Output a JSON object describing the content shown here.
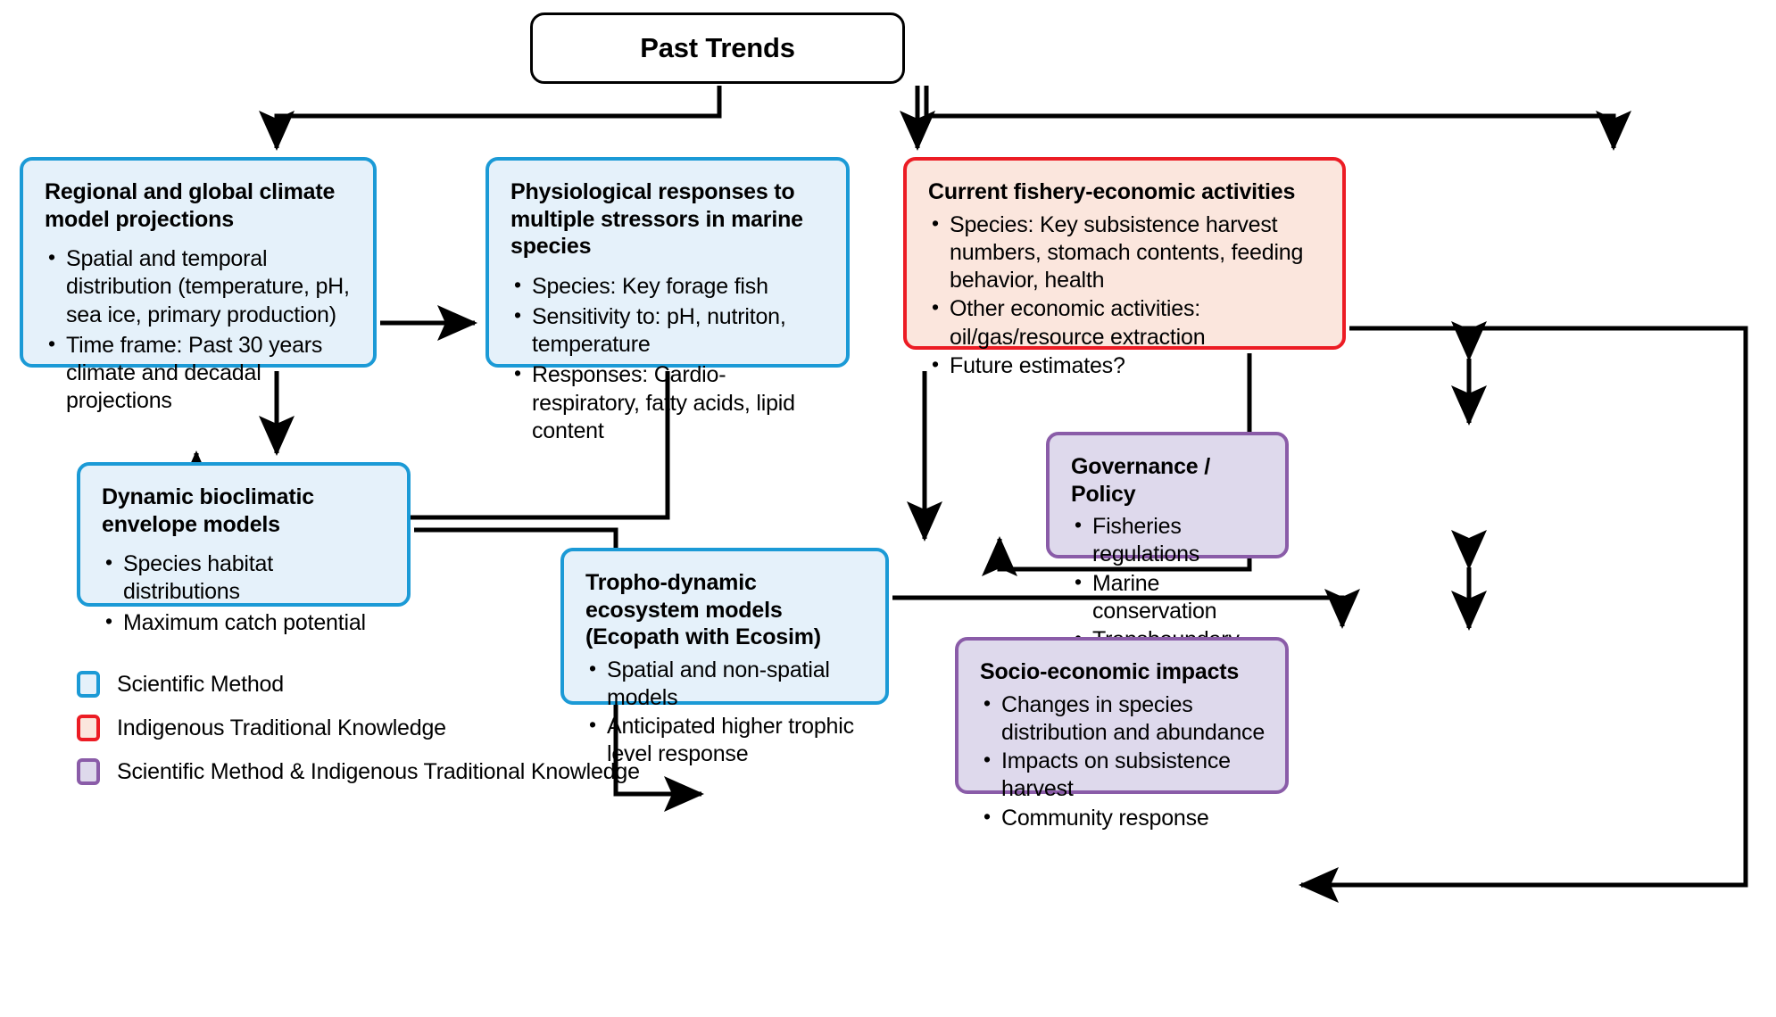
{
  "diagram": {
    "title": "Past Trends",
    "nodes": {
      "past_trends": {
        "title": "Past Trends",
        "category": "none"
      },
      "climate": {
        "title": "Regional and global climate model projections",
        "category": "Scientific Method",
        "bullets": [
          "Spatial and temporal distribution (temperature, pH, sea ice, primary production)",
          "Time frame: Past 30 years climate and decadal projections"
        ]
      },
      "physiological": {
        "title": "Physiological responses to multiple stressors in marine species",
        "category": "Scientific Method",
        "bullets": [
          "Species: Key forage fish",
          "Sensitivity to: pH, nutriton, temperature",
          "Responses: Cardio-respiratory, fatty acids, lipid content"
        ]
      },
      "fishery": {
        "title": "Current fishery-economic activities",
        "category": "Indigenous Traditional Knowledge",
        "bullets": [
          "Species: Key subsistence harvest numbers, stomach contents, feeding behavior, health",
          "Other economic activities: oil/gas/resource extraction",
          "Future estimates?"
        ]
      },
      "bioclimatic": {
        "title": "Dynamic bioclimatic envelope models",
        "category": "Scientific Method",
        "bullets": [
          "Species habitat distributions",
          "Maximum catch potential"
        ]
      },
      "trophic": {
        "title": "Tropho-dynamic ecosystem models (Ecopath with Ecosim)",
        "category": "Scientific Method",
        "bullets": [
          "Spatial and non-spatial models",
          "Anticipated higher trophic level response"
        ]
      },
      "governance": {
        "title": "Governance / Policy",
        "category": "Scientific Method & Indigenous Traditional Knowledge",
        "bullets": [
          "Fisheries regulations",
          "Marine conservation",
          "Transboundary"
        ]
      },
      "socioeconomic": {
        "title": "Socio-economic impacts",
        "category": "Scientific Method & Indigenous Traditional Knowledge",
        "bullets": [
          "Changes in species distribution and abundance",
          "Impacts on subsistence harvest",
          "Community response"
        ]
      }
    },
    "legend": [
      {
        "label": "Scientific Method",
        "swatch": "blue",
        "fill": "#e5f1fa",
        "stroke": "#1b9ad6"
      },
      {
        "label": "Indigenous Traditional Knowledge",
        "swatch": "red",
        "fill": "#fbe6dd",
        "stroke": "#ec1c24"
      },
      {
        "label": "Scientific Method & Indigenous Traditional Knowledge",
        "swatch": "purple",
        "fill": "#ded9ec",
        "stroke": "#8a5ca8"
      }
    ],
    "colors": {
      "scientific_fill": "#e5f1fa",
      "scientific_stroke": "#1b9ad6",
      "itk_fill": "#fbe6dd",
      "itk_stroke": "#ec1c24",
      "both_fill": "#ded9ec",
      "both_stroke": "#8a5ca8",
      "connector": "#000000",
      "background": "#ffffff"
    },
    "edges": [
      {
        "from": "past_trends",
        "to": "climate",
        "style": "arrow"
      },
      {
        "from": "past_trends",
        "to": "physiological",
        "style": "arrow"
      },
      {
        "from": "past_trends",
        "to": "fishery",
        "style": "arrow"
      },
      {
        "from": "climate",
        "to": "physiological",
        "style": "arrow"
      },
      {
        "from": "climate",
        "to": "bioclimatic",
        "style": "arrow"
      },
      {
        "from": "physiological",
        "to": "bioclimatic",
        "style": "arrow"
      },
      {
        "from": "physiological",
        "to": "trophic",
        "style": "arrow"
      },
      {
        "from": "fishery",
        "to": "trophic",
        "style": "arrow"
      },
      {
        "from": "fishery",
        "to": "socioeconomic",
        "style": "arrow"
      },
      {
        "from": "fishery",
        "to": "governance",
        "style": "double-arrow"
      },
      {
        "from": "bioclimatic",
        "to": "trophic",
        "style": "arrow"
      },
      {
        "from": "trophic",
        "to": "socioeconomic",
        "style": "arrow"
      },
      {
        "from": "governance",
        "to": "socioeconomic",
        "style": "double-arrow"
      }
    ]
  }
}
